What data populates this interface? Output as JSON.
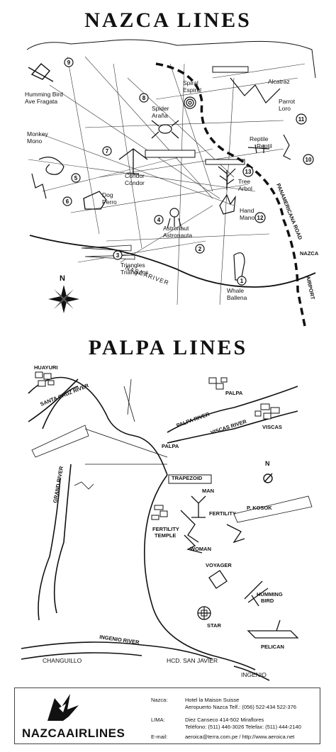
{
  "nazca": {
    "title": "NAZCA LINES",
    "figures": [
      {
        "num": "9",
        "en": "Humming Bird",
        "es": "Ave Fragata"
      },
      {
        "num": "8",
        "en": "Spider",
        "es": "Araña"
      },
      {
        "num": "7",
        "en": "Condor",
        "es": "Cóndor"
      },
      {
        "num": "5",
        "en": "Monkey",
        "es": "Mono"
      },
      {
        "num": "6",
        "en": "Dog",
        "es": "Perro"
      },
      {
        "num": "4",
        "en": "Astronaut",
        "es": "Astronauta"
      },
      {
        "num": "3",
        "en": "Triangles",
        "es": "Triángulos"
      },
      {
        "num": "2",
        "en": "",
        "es": ""
      },
      {
        "num": "1",
        "en": "Whale",
        "es": "Ballena"
      },
      {
        "num": "13",
        "en": "Tree",
        "es": "Arbol"
      },
      {
        "num": "12",
        "en": "Hand",
        "es": "Mano"
      },
      {
        "num": "11",
        "en": "Parrot",
        "es": "Loro"
      },
      {
        "num": "10",
        "en": "",
        "es": ""
      }
    ],
    "spiral": {
      "en": "Spiral",
      "es": "Espiral"
    },
    "alcatraz": "Alcatraz",
    "reptile": {
      "en": "Reptile",
      "es": "Reptil"
    },
    "road": "PANAMERICANA ROAD",
    "town": "NAZCA",
    "airport": "AIRPORT",
    "river": "NASCARIVER",
    "north": "N"
  },
  "palpa": {
    "title": "PALPA LINES",
    "labels": {
      "huayuri": "HUAYURI",
      "santa_cruz": "SANTA CRUZ RIVER",
      "palpa_town": "PALPA",
      "palpa_river": "PALPA RIVER",
      "viscas_river": "VISCAS RIVER",
      "viscas": "VISCAS",
      "palpa_mid": "PALPA",
      "grand_river": "GRAND RIVER",
      "trapezoid": "TRAPEZOID",
      "man": "MAN",
      "fertility": "FERTILITY",
      "kosok": "P. KOSOK",
      "fertility_temple_1": "FERTILITY",
      "fertility_temple_2": "TEMPLE",
      "woman": "WOMAN",
      "voyager": "VOYAGER",
      "hummingbird_1": "HUMMING",
      "hummingbird_2": "BIRD",
      "star": "STAR",
      "pelican": "PELICAN",
      "changuillo": "CHANGUILLO",
      "ingenio_river": "INGENIO RIVER",
      "hcd": "HCD. SAN JAVIER",
      "ingenio": "INGENIO",
      "north": "N"
    }
  },
  "footer": {
    "brand_bold": "NAZCA",
    "brand_rest": "AIRLINES",
    "rows": [
      {
        "key": "Nazca:",
        "lines": [
          "Hotel la Maison Suisse",
          "Aeropuerto Nazca Telf.: (056) 522-434  522-376"
        ]
      },
      {
        "key": "LIMA:",
        "lines": [
          "Diez Canseco 414-502  Miraflores",
          "Teléfono: (511) 446-3026 Telefax: (511) 444-2140"
        ]
      },
      {
        "key": "E-mail:",
        "lines": [
          "aeroica@terra.com.pe / http://www.aeroica.net"
        ]
      }
    ]
  }
}
